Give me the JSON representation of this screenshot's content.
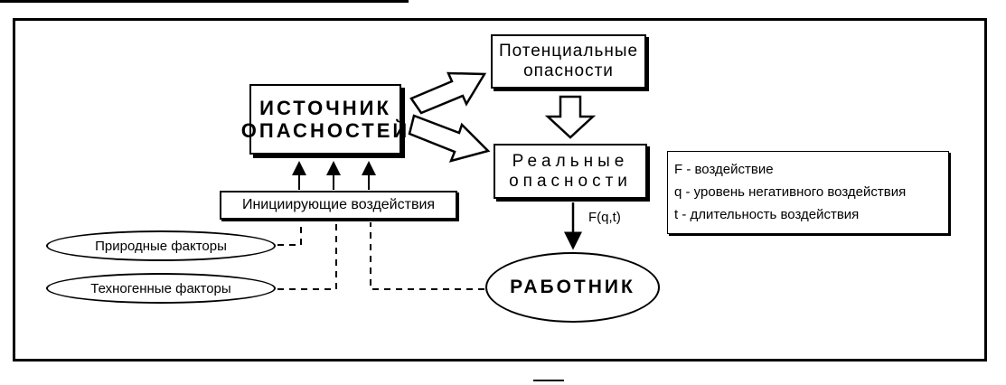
{
  "source_box": {
    "line1": "ИСТОЧНИК",
    "line2": "ОПАСНОСТЕЙ"
  },
  "potential_box": {
    "line1": "Потенциальные",
    "line2": "опасности"
  },
  "real_box": {
    "line1": "Реальные",
    "line2": "опасности"
  },
  "initiating_box": {
    "label": "Инициирующие воздействия"
  },
  "natural_factors": {
    "label": "Природные факторы"
  },
  "technogenic_factors": {
    "label": "Техногенные факторы"
  },
  "worker": {
    "label": "РАБОТНИК"
  },
  "function_label": "F(q,t)",
  "legend": {
    "line1": "F - воздействие",
    "line2": "q - уровень негативного воздействия",
    "line3": "t - длительность воздействия"
  },
  "colors": {
    "ink": "#000000",
    "background": "#ffffff"
  }
}
